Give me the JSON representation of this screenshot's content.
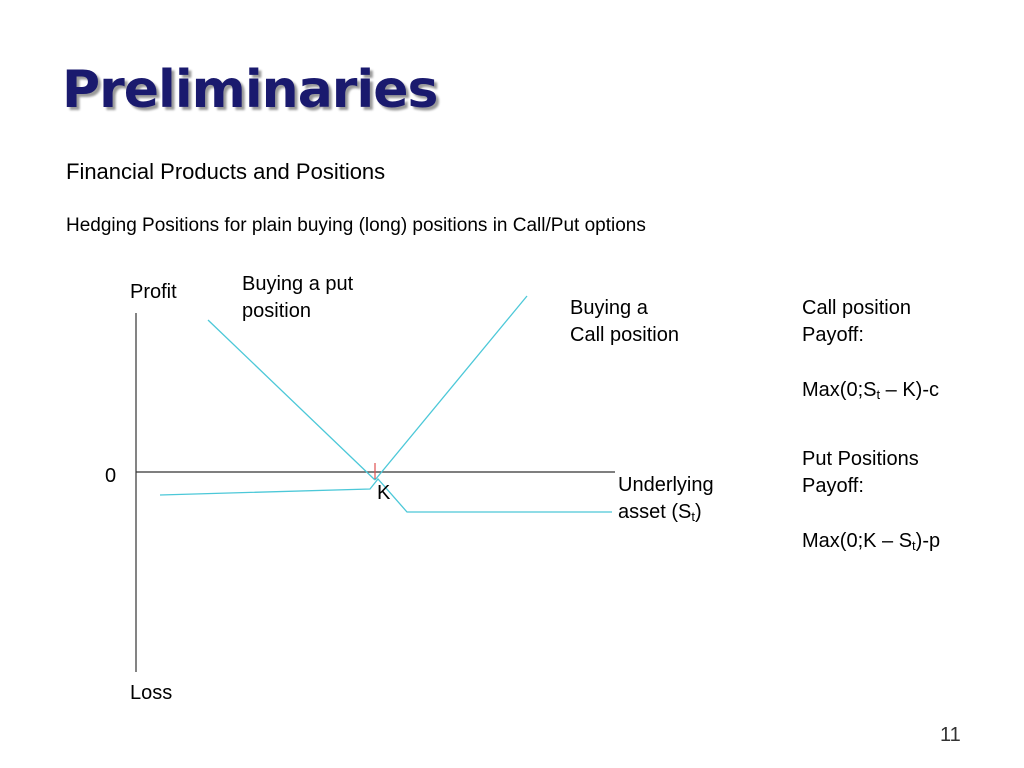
{
  "slide": {
    "title": "Preliminaries",
    "subtitle": "Financial Products and Positions",
    "description": "Hedging Positions for plain buying (long) positions in Call/Put options",
    "page_number": "11"
  },
  "diagram": {
    "y_axis_top_label": "Profit",
    "y_axis_bottom_label": "Loss",
    "zero_label": "0",
    "strike_label": "K",
    "put_label_line1": "Buying a put",
    "put_label_line2": "position",
    "call_label_line1": "Buying a",
    "call_label_line2": "Call position",
    "x_axis_label_line1": "Underlying",
    "x_axis_label_line2_prefix": "asset (S",
    "x_axis_label_line2_sub": "t",
    "x_axis_label_line2_suffix": ")"
  },
  "formulas": {
    "call_heading_line1": "Call position",
    "call_heading_line2": "Payoff:",
    "call_formula_prefix": "Max(0;S",
    "call_formula_sub": "t",
    "call_formula_suffix": " – K)-c",
    "put_heading_line1": "Put Positions",
    "put_heading_line2": "Payoff:",
    "put_formula_prefix": "Max(0;K – S",
    "put_formula_sub": "t",
    "put_formula_suffix": ")-p"
  },
  "colors": {
    "title": "#1a1a6e",
    "payoff_line": "#4cc8d8",
    "axis": "#333333",
    "strike_marker": "#e05050"
  }
}
